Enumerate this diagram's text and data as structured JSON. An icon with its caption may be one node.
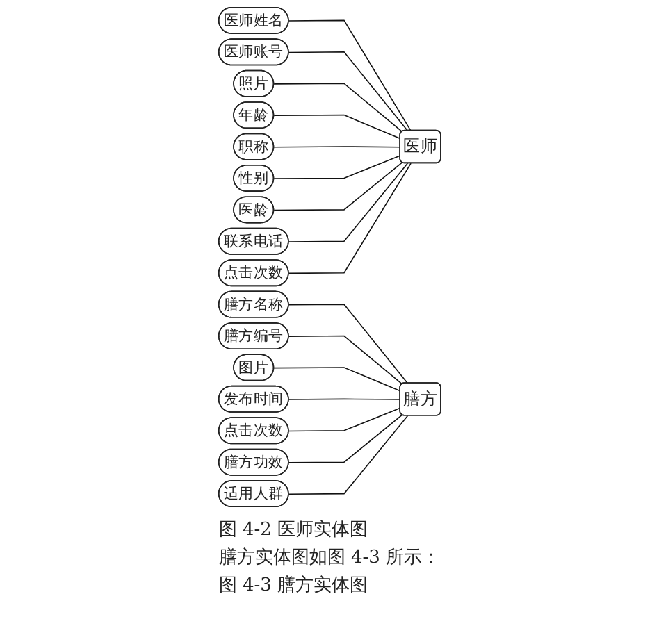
{
  "diagram": {
    "nodes": [
      {
        "text": [
          "医师姓名"
        ]
      },
      {
        "text": [
          "医师账号"
        ]
      },
      {
        "text": [
          "照片"
        ]
      },
      {
        "text": [
          "年龄"
        ]
      },
      {
        "text": [
          "职称"
        ]
      },
      {
        "text": [
          "性别"
        ]
      },
      {
        "text": [
          "医龄"
        ]
      },
      {
        "text": [
          "联系电话"
        ]
      },
      {
        "text": [
          "点击次数"
        ]
      },
      {
        "text": [
          "医师"
        ]
      },
      {
        "text": [
          "膳方名称"
        ]
      },
      {
        "text": [
          "膳方编号"
        ]
      },
      {
        "text": [
          "图片"
        ]
      },
      {
        "text": [
          "发布时间"
        ]
      },
      {
        "text": [
          "点击次数"
        ]
      },
      {
        "text": [
          "膳方功效"
        ]
      },
      {
        "text": [
          "适用人群"
        ]
      },
      {
        "text": [
          "膳方"
        ]
      }
    ],
    "edges": [
      {
        "from": 0,
        "to": 9,
        "arrow": "none"
      },
      {
        "from": 1,
        "to": 9,
        "arrow": "none"
      },
      {
        "from": 2,
        "to": 9,
        "arrow": "none"
      },
      {
        "from": 3,
        "to": 9,
        "arrow": "none"
      },
      {
        "from": 4,
        "to": 9,
        "arrow": "none"
      },
      {
        "from": 5,
        "to": 9,
        "arrow": "none"
      },
      {
        "from": 6,
        "to": 9,
        "arrow": "none"
      },
      {
        "from": 7,
        "to": 9,
        "arrow": "none"
      },
      {
        "from": 8,
        "to": 9,
        "arrow": "none"
      },
      {
        "from": 10,
        "to": 17,
        "arrow": "none"
      },
      {
        "from": 11,
        "to": 17,
        "arrow": "none"
      },
      {
        "from": 12,
        "to": 17,
        "arrow": "none"
      },
      {
        "from": 13,
        "to": 17,
        "arrow": "none"
      },
      {
        "from": 14,
        "to": 17,
        "arrow": "none"
      },
      {
        "from": 15,
        "to": 17,
        "arrow": "none"
      },
      {
        "from": 16,
        "to": 17,
        "arrow": "none"
      }
    ],
    "labels": [
      "图 4-2 医师实体图",
      "膳方实体图如图 4-3 所示：",
      "图 4-3 膳方实体图"
    ]
  }
}
